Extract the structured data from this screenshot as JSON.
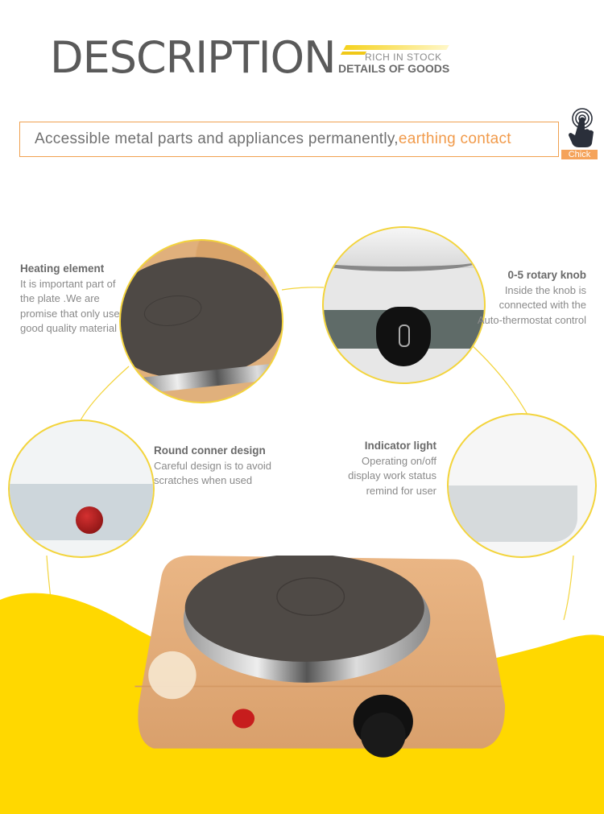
{
  "header": {
    "title": "DESCRIPTION",
    "badge_top": "RICH IN STOCK",
    "badge_bottom": "DETAILS OF GOODS"
  },
  "notice": {
    "text": "Accessible metal parts and appliances permanently,",
    "highlight": "earthing contact",
    "button_label": "Chick",
    "icon": "tap-hand-icon"
  },
  "features": [
    {
      "title": "Heating element",
      "body": "It is important part of the plate .We are promise that only use good quality material ."
    },
    {
      "title": "0-5 rotary knob",
      "body": "Inside the knob is connected with the Auto-thermostat control"
    },
    {
      "title": "Round conner design",
      "body": "Careful design is to avoid scratches when used"
    },
    {
      "title": "Indicator light",
      "body": "Operating on/off display work status remind for user"
    }
  ],
  "colors": {
    "accent_yellow": "#ffd800",
    "highlight_orange": "#f19a4a",
    "title_gray": "#5a5a5a",
    "stove_body": "#e7b282"
  }
}
